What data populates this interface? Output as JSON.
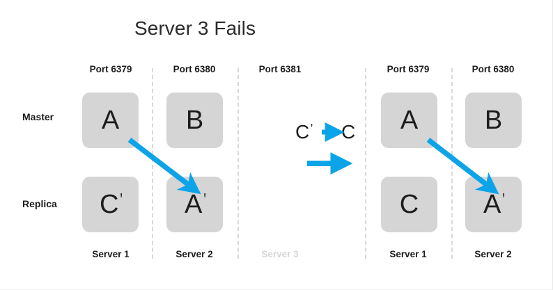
{
  "slide": {
    "title": "Server 3 Fails",
    "background": "#ffffff",
    "accent_color": "#0CA4E8",
    "node_color": "#d5d5d5",
    "divider_color": "#d9d9d9",
    "failed_label_color": "#d6d6d6"
  },
  "row_labels": {
    "master": "Master",
    "replica": "Replica"
  },
  "columns": [
    {
      "port": "Port 6379",
      "server": "Server 1",
      "failed": false
    },
    {
      "port": "Port 6380",
      "server": "Server 2",
      "failed": false
    },
    {
      "port": "Port 6381",
      "server": "Server 3",
      "failed": true
    },
    {
      "port": "Port 6379",
      "server": "Server 1",
      "failed": false
    },
    {
      "port": "Port 6380",
      "server": "Server 2",
      "failed": false
    }
  ],
  "nodes": [
    {
      "id": "left-master-1",
      "letter": "A",
      "prime": "",
      "row": "master",
      "column": 0
    },
    {
      "id": "left-master-2",
      "letter": "B",
      "prime": "",
      "row": "master",
      "column": 1
    },
    {
      "id": "left-replica-1",
      "letter": "C",
      "prime": "ꞌ",
      "row": "replica",
      "column": 0
    },
    {
      "id": "left-replica-2",
      "letter": "A",
      "prime": "ꞌ",
      "row": "replica",
      "column": 1
    },
    {
      "id": "right-master-1",
      "letter": "A",
      "prime": "",
      "row": "master",
      "column": 3
    },
    {
      "id": "right-master-2",
      "letter": "B",
      "prime": "",
      "row": "master",
      "column": 4
    },
    {
      "id": "right-replica-1",
      "letter": "C",
      "prime": "",
      "row": "replica",
      "column": 3
    },
    {
      "id": "right-replica-2",
      "letter": "A",
      "prime": "ꞌ",
      "row": "replica",
      "column": 4
    }
  ],
  "legend": {
    "from_letter": "C",
    "from_prime": "ꞌ",
    "to_letter": "C",
    "arrow_icon": "right-arrow",
    "second_arrow_icon": "right-arrow"
  },
  "replication_arrows": [
    {
      "id": "left-replication-arrow",
      "from": "left-master-1",
      "to": "left-replica-2"
    },
    {
      "id": "right-replication-arrow",
      "from": "right-master-1",
      "to": "right-replica-2"
    }
  ]
}
